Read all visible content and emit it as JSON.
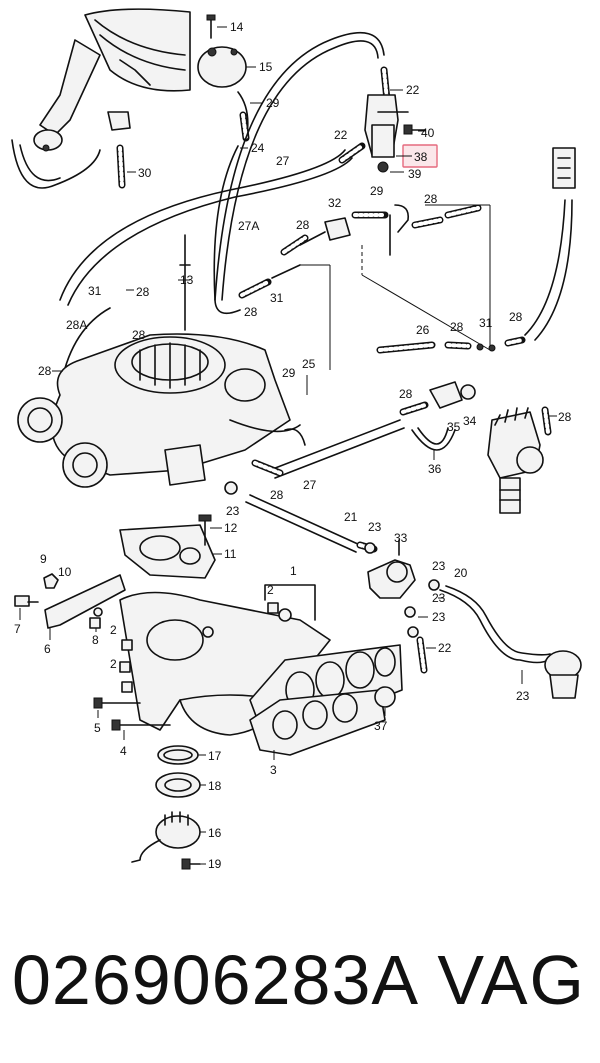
{
  "diagram": {
    "highlight_color": "#e56a7e",
    "callouts": [
      {
        "id": "c14",
        "text": "14"
      },
      {
        "id": "c15",
        "text": "15"
      },
      {
        "id": "c22a",
        "text": "22"
      },
      {
        "id": "c29a",
        "text": "29"
      },
      {
        "id": "c40",
        "text": "40"
      },
      {
        "id": "c22b",
        "text": "22"
      },
      {
        "id": "c38",
        "text": "38"
      },
      {
        "id": "c39",
        "text": "39"
      },
      {
        "id": "c30",
        "text": "30"
      },
      {
        "id": "c24",
        "text": "24"
      },
      {
        "id": "c27a",
        "text": "27"
      },
      {
        "id": "c27A",
        "text": "27A"
      },
      {
        "id": "c32",
        "text": "32"
      },
      {
        "id": "c29b",
        "text": "29"
      },
      {
        "id": "c28a",
        "text": "28"
      },
      {
        "id": "c28b",
        "text": "28"
      },
      {
        "id": "c13",
        "text": "13"
      },
      {
        "id": "c31a",
        "text": "31"
      },
      {
        "id": "c28c",
        "text": "28"
      },
      {
        "id": "c28d",
        "text": "28"
      },
      {
        "id": "c31b",
        "text": "31"
      },
      {
        "id": "c28A",
        "text": "28A"
      },
      {
        "id": "c28e",
        "text": "28"
      },
      {
        "id": "c26",
        "text": "26"
      },
      {
        "id": "c28f",
        "text": "28"
      },
      {
        "id": "c31c",
        "text": "31"
      },
      {
        "id": "c28g",
        "text": "28"
      },
      {
        "id": "c28h",
        "text": "28"
      },
      {
        "id": "c25",
        "text": "25"
      },
      {
        "id": "c29c",
        "text": "29"
      },
      {
        "id": "c28i",
        "text": "28"
      },
      {
        "id": "c34",
        "text": "34"
      },
      {
        "id": "c35",
        "text": "35"
      },
      {
        "id": "c28j",
        "text": "28"
      },
      {
        "id": "c36",
        "text": "36"
      },
      {
        "id": "c27b",
        "text": "27"
      },
      {
        "id": "c23a",
        "text": "23"
      },
      {
        "id": "c28k",
        "text": "28"
      },
      {
        "id": "c12",
        "text": "12"
      },
      {
        "id": "c11",
        "text": "11"
      },
      {
        "id": "c21",
        "text": "21"
      },
      {
        "id": "c23b",
        "text": "23"
      },
      {
        "id": "c33",
        "text": "33"
      },
      {
        "id": "c9",
        "text": "9"
      },
      {
        "id": "c10",
        "text": "10"
      },
      {
        "id": "c1",
        "text": "1"
      },
      {
        "id": "c23c",
        "text": "23"
      },
      {
        "id": "c20",
        "text": "20"
      },
      {
        "id": "c7",
        "text": "7"
      },
      {
        "id": "c8",
        "text": "8"
      },
      {
        "id": "c6",
        "text": "6"
      },
      {
        "id": "c2a",
        "text": "2"
      },
      {
        "id": "c23d",
        "text": "23"
      },
      {
        "id": "c23e",
        "text": "23"
      },
      {
        "id": "c2b",
        "text": "2"
      },
      {
        "id": "c22c",
        "text": "22"
      },
      {
        "id": "c2c",
        "text": "2"
      },
      {
        "id": "c23f",
        "text": "23"
      },
      {
        "id": "c5",
        "text": "5"
      },
      {
        "id": "c37",
        "text": "37"
      },
      {
        "id": "c4",
        "text": "4"
      },
      {
        "id": "c3",
        "text": "3"
      },
      {
        "id": "c17",
        "text": "17"
      },
      {
        "id": "c18",
        "text": "18"
      },
      {
        "id": "c16",
        "text": "16"
      },
      {
        "id": "c19",
        "text": "19"
      }
    ]
  },
  "footer": {
    "part_number": "026906283A",
    "brand": "VAG"
  }
}
